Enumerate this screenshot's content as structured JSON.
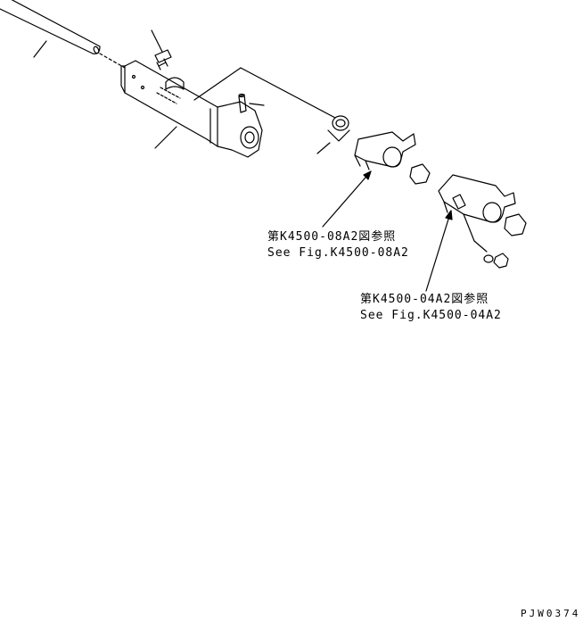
{
  "references": [
    {
      "jp": "第K4500-08A2図参照",
      "en": "See Fig.K4500-08A2"
    },
    {
      "jp": "第K4500-04A2図参照",
      "en": "See Fig.K4500-04A2"
    }
  ],
  "drawing_number": "PJW0374"
}
